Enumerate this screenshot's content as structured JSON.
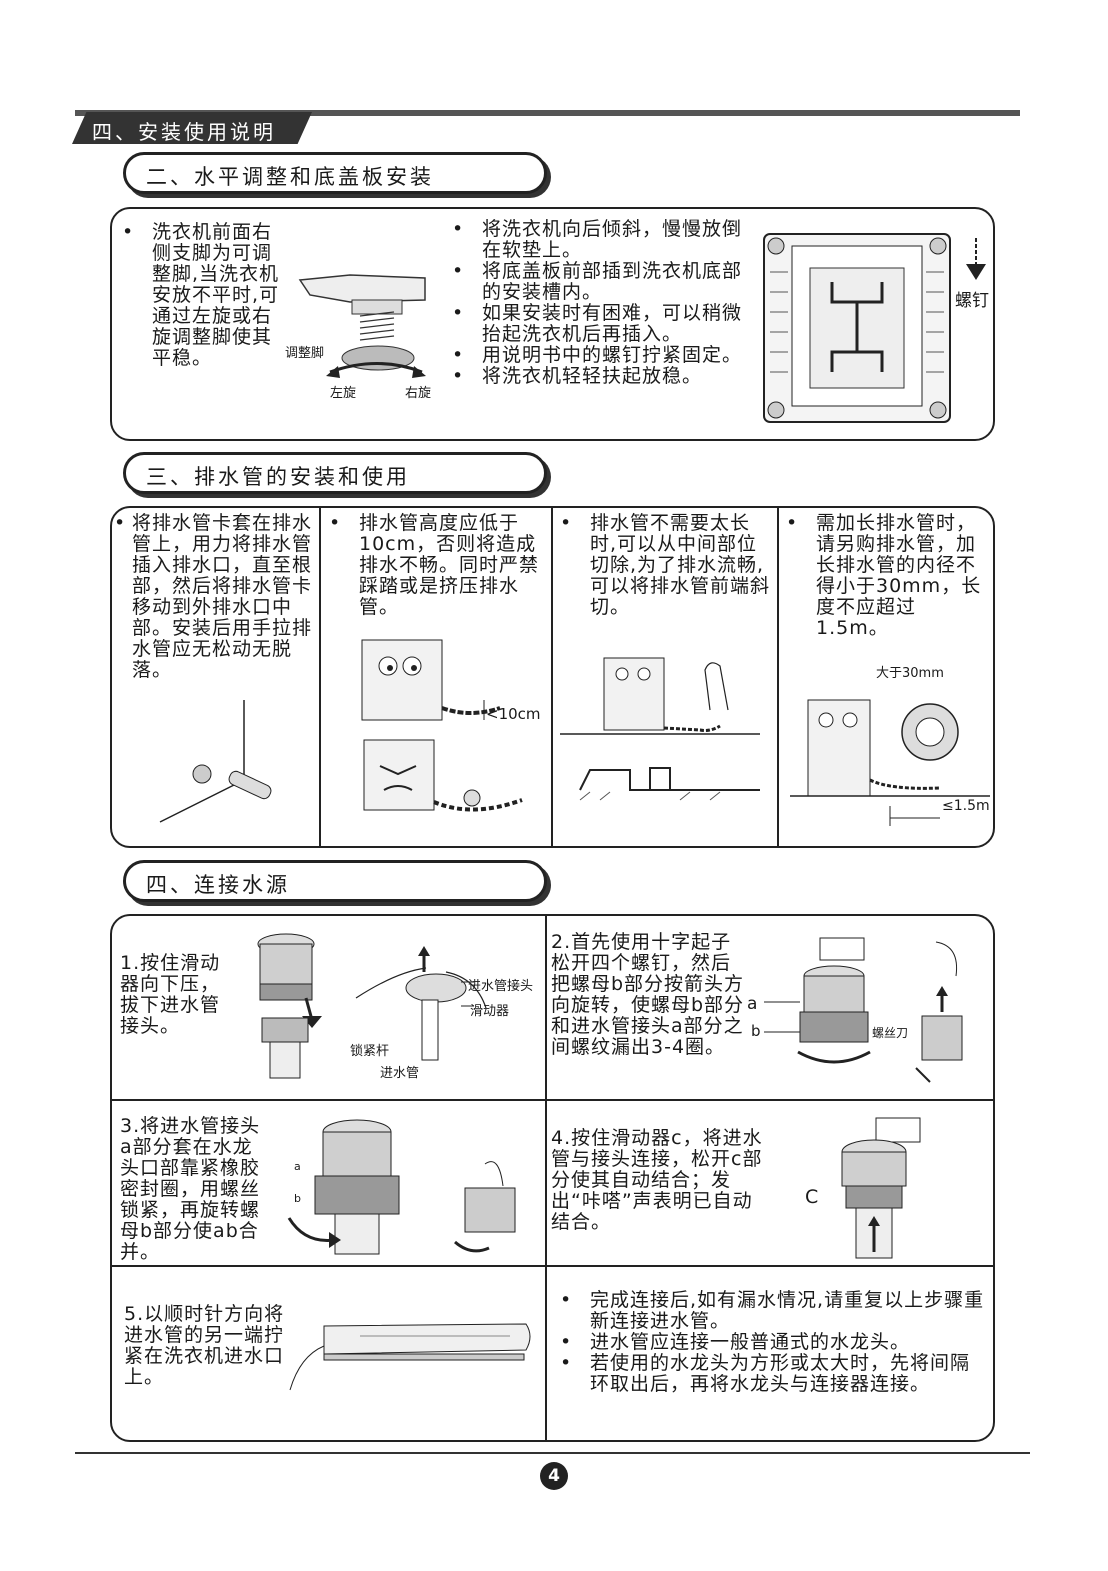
{
  "header": {
    "title": "四、安装使用说明"
  },
  "sections": [
    {
      "title": "二、水平调整和底盖板安装"
    },
    {
      "title": "三、排水管的安装和使用"
    },
    {
      "title": "四、连接水源"
    }
  ],
  "level": {
    "left_text": "洗衣机前面右侧支脚为可调整脚,当洗衣机安放不平时,可通过左旋或右旋调整脚使其平稳。",
    "labels": {
      "adjust_foot": "调整脚",
      "left_turn": "左旋",
      "right_turn": "右旋",
      "screw": "螺钉"
    },
    "bullets": [
      "将洗衣机向后倾斜，慢慢放倒在软垫上。",
      "将底盖板前部插到洗衣机底部的安装槽内。",
      "如果安装时有困难，可以稍微抬起洗衣机后再插入。",
      "用说明书中的螺钉拧紧固定。",
      "将洗衣机轻轻扶起放稳。"
    ]
  },
  "drain": {
    "cols": [
      "将排水管卡套在排水管上，用力将排水管插入排水口，直至根部，然后将排水管卡移动到外排水口中部。安装后用手拉排水管应无松动无脱落。",
      "排水管高度应低于10cm，否则将造成排水不畅。同时严禁踩踏或是挤压排水管。",
      "排水管不需要太长时,可以从中间部位切除,为了排水流畅,可以将排水管前端斜切。",
      "需加长排水管时，请另购排水管，加长排水管的内径不得小于30mm，长度不应超过1.5m。"
    ],
    "labels": {
      "height": "<10cm",
      "diameter": "大于30mm",
      "length": "≤1.5m"
    }
  },
  "water": {
    "step1": "1.按住滑动器向下压，拔下进水管接头。",
    "step1_labels": {
      "connector": "进水管接头",
      "slider": "滑动器",
      "lock_rod": "锁紧杆",
      "inlet_pipe": "进水管"
    },
    "step2": "2.首先使用十字起子松开四个螺钉，然后把螺母b部分按箭头方向旋转，使螺母b部分和进水管接头a部分之间螺纹漏出3-4圈。",
    "step2_labels": {
      "a": "a",
      "b": "b",
      "screwdriver": "螺丝刀"
    },
    "step3": "3.将进水管接头a部分套在水龙头口部靠紧橡胶密封圈，用螺丝锁紧，再旋转螺母b部分使ab合并。",
    "step3_labels": {
      "a": "a",
      "b": "b"
    },
    "step4": "4.按住滑动器c，将进水管与接头连接，松开c部分使其自动结合；发出“咔嗒”声表明已自动结合。",
    "step4_labels": {
      "c": "C"
    },
    "step5": "5.以顺时针方向将进水管的另一端拧紧在洗衣机进水口上。",
    "notes": [
      "完成连接后,如有漏水情况,请重复以上步骤重新连接进水管。",
      "进水管应连接一般普通式的水龙头。",
      "若使用的水龙头为方形或太大时，先将间隔环取出后，再将水龙头与连接器连接。"
    ]
  },
  "page_number": "4"
}
